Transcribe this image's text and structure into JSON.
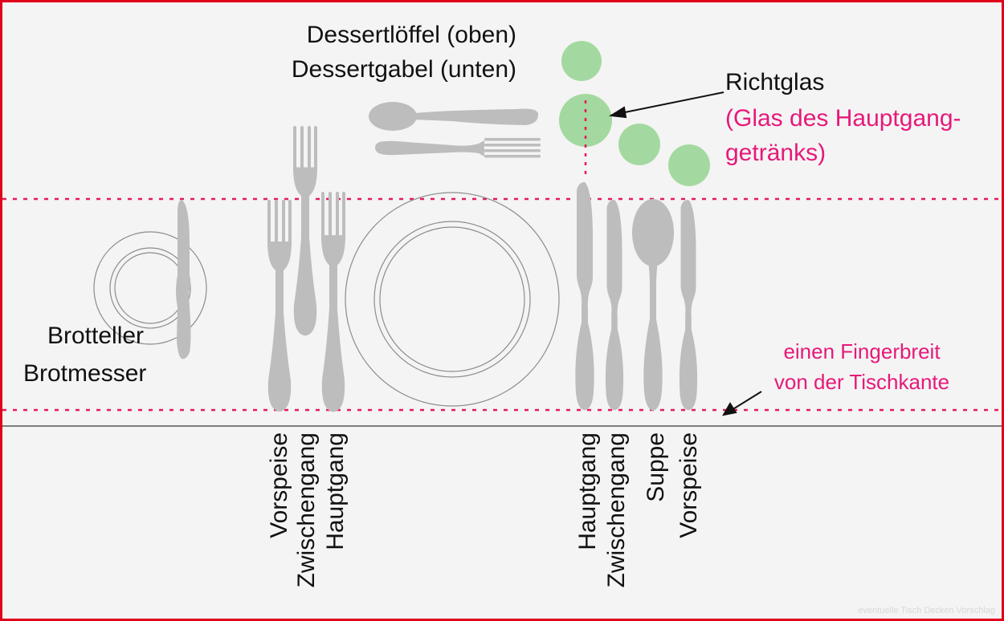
{
  "labels": {
    "dessert_spoon": "Dessertlöffel (oben)",
    "dessert_fork": "Dessertgabel (unten)",
    "richtglas": "Richtglas",
    "richtglas_note_1": "(Glas des Hauptgang-",
    "richtglas_note_2": "getränks)",
    "bread_plate": "Brotteller",
    "bread_knife": "Brotmesser",
    "finger_width_1": "einen Fingerbreit",
    "finger_width_2": "von der Tischkante",
    "watermark": "eventuelle Tisch Decken Vorschlag"
  },
  "forks_left": [
    "Vorspeise",
    "Zwischengang",
    "Hauptgang"
  ],
  "cutlery_right": [
    "Hauptgang",
    "Zwischengang",
    "Suppe",
    "Vorspeise"
  ],
  "colors": {
    "border": "#e0001b",
    "background": "#f4f4f4",
    "cutlery": "#bdbdbd",
    "glass": "#a3d9a0",
    "accent_pink": "#e6197a",
    "guide_dots": "#e6195a"
  }
}
